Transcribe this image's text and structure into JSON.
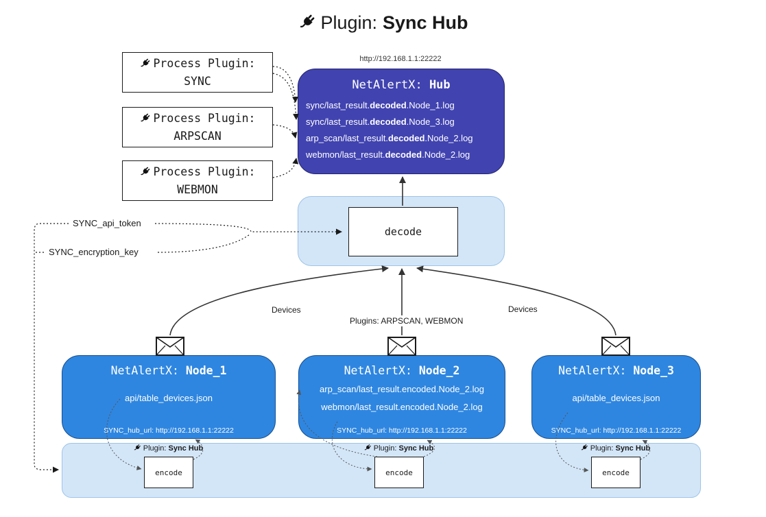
{
  "title": {
    "prefix": "Plugin:",
    "name": "Sync Hub"
  },
  "icons": {
    "plug": "plug-icon",
    "envelope": "envelope-icon"
  },
  "colors": {
    "hub_fill": "#4143b0",
    "hub_border": "#23246b",
    "node_fill": "#2e86e0",
    "node_border": "#174e8d",
    "container_fill": "#d3e6f8",
    "container_border": "#9dc3e8"
  },
  "plugin_boxes": [
    {
      "label": "Process Plugin:",
      "name": "SYNC"
    },
    {
      "label": "Process Plugin:",
      "name": "ARPSCAN"
    },
    {
      "label": "Process Plugin:",
      "name": "WEBMON"
    }
  ],
  "hub": {
    "url": "http://192.168.1.1:22222",
    "title_prefix": "NetAlertX:",
    "title_name": "Hub",
    "logs": [
      {
        "pre": "sync/last_result.",
        "bold": "decoded",
        "post": ".Node_1.log"
      },
      {
        "pre": "sync/last_result.",
        "bold": "decoded",
        "post": ".Node_3.log"
      },
      {
        "pre": "arp_scan/last_result.",
        "bold": "decoded",
        "post": ".Node_2.log"
      },
      {
        "pre": "webmon/last_result.",
        "bold": "decoded",
        "post": ".Node_2.log"
      }
    ]
  },
  "decode": {
    "label": "decode"
  },
  "keys": {
    "api_token": "SYNC_api_token",
    "encryption_key": "SYNC_encryption_key"
  },
  "arrow_labels": {
    "left": "Devices",
    "center": "Plugins: ARPSCAN, WEBMON",
    "right": "Devices"
  },
  "nodes": [
    {
      "title_prefix": "NetAlertX:",
      "title_name": "Node_1",
      "files": [
        "api/table_devices.json"
      ],
      "footer": "SYNC_hub_url: http://192.168.1.1:22222"
    },
    {
      "title_prefix": "NetAlertX:",
      "title_name": "Node_2",
      "files": [
        "arp_scan/last_result.encoded.Node_2.log",
        "webmon/last_result.encoded.Node_2.log"
      ],
      "footer": "SYNC_hub_url: http://192.168.1.1:22222"
    },
    {
      "title_prefix": "NetAlertX:",
      "title_name": "Node_3",
      "files": [
        "api/table_devices.json"
      ],
      "footer": "SYNC_hub_url: http://192.168.1.1:22222"
    }
  ],
  "encode": {
    "plugin_prefix": "Plugin:",
    "plugin_name": "Sync Hub",
    "label": "encode"
  }
}
